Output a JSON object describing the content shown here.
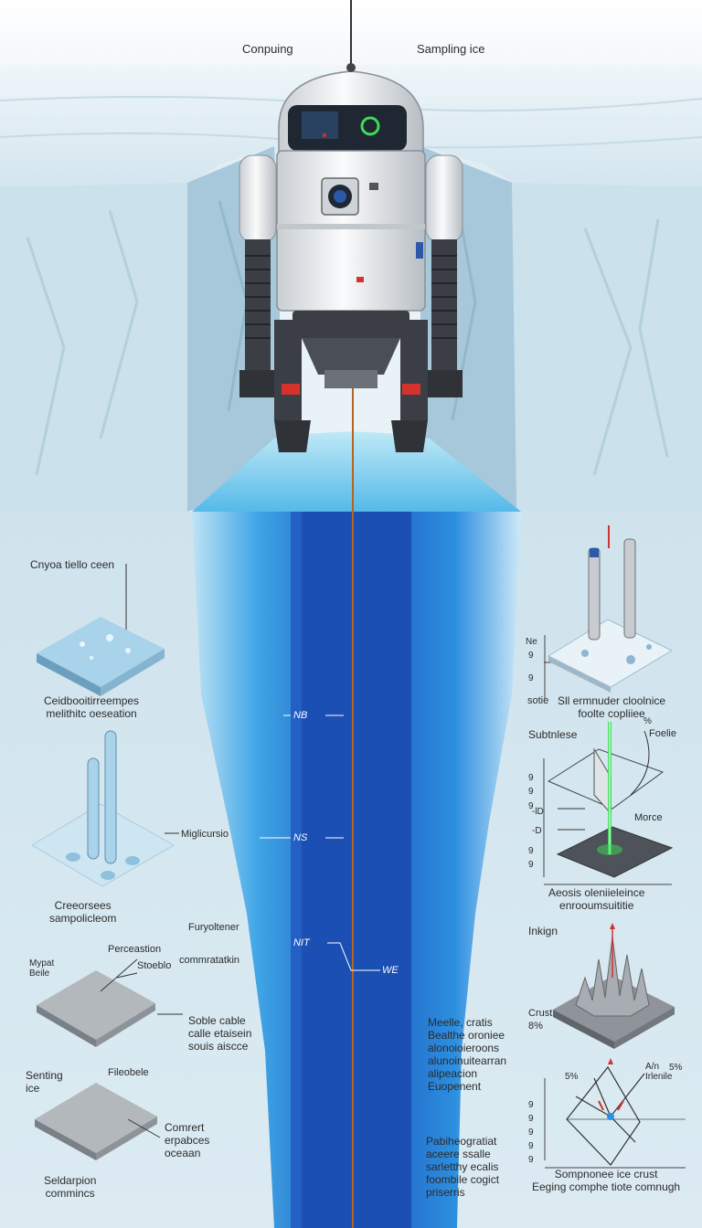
{
  "header": {
    "left_label": "Conpuing",
    "right_label": "Sampling ice"
  },
  "shaft_labels": [
    "NB",
    "NS",
    "NIT",
    "WE"
  ],
  "left_panel": {
    "title": "Cnyoa tiello ceen",
    "item1_caption": "Ceidbooitirreempes\nmelithitc oeseation",
    "item2_side_label": "Miglicursio",
    "item2_caption": "Creeorsees\nsampolicleom",
    "mid_label_a": "Furyoltener",
    "mid_label_b": "commratatkin",
    "item3_label_a": "Mypat\nBeile",
    "item3_label_b": "Perceastion",
    "item3_label_c": "Stoeblo",
    "item3_side_label": "Soble cable\ncalle etaisein\nsouis aiscce",
    "item4_label_a": "Senting\nice",
    "item4_label_b": "Fileobele",
    "item4_label_c": "Comrert\nerpabces\noceaan",
    "item4_caption": "Seldarpion\ncommincs"
  },
  "right_panel": {
    "axis1_ticks": [
      "Ne",
      "9",
      "9"
    ],
    "item1_side": "sotie",
    "item1_caption": "Sll ermnuder cloolnice\nfoolte copliiee",
    "item2_title": "Subtnlese",
    "item2_pct": "%",
    "item2_label_a": "Foelie",
    "item2_label_b": "Morce",
    "axis2_ticks": [
      "9",
      "9",
      "9",
      "-lD",
      "-D",
      "9",
      "9"
    ],
    "item2_caption": "Aeosis oleniieleince\nenrooumsuititie",
    "item3_title": "Inkign",
    "item3_side": "Crust\n8%",
    "item4_label_a": "5%",
    "item4_label_b": "A/n\nIrlenile",
    "item4_label_c": "5%",
    "axis4_ticks": [
      "9",
      "9",
      "9",
      "9",
      "9"
    ],
    "item4_caption": "Sompnonee ice crust\nEeging comphe tiote comnugh"
  },
  "center_text": {
    "block1": "Meelle, cratis\nBealthe oroniee\nalonoioieroons\nalunoinuitearran\nalipeacion\nEuopenent",
    "block2": "Pabiheogratiat\naceere ssalle\nsarletthy ecalis\nfoombile cogict\npriserris"
  },
  "colors": {
    "ice": "#d4e6ef",
    "ice_shadow": "#a9c9d9",
    "water_light": "#3fa5e6",
    "water_deep": "#1c55b8",
    "cable": "#b5651d",
    "robot_body": "#e9ecef",
    "robot_dark": "#3b3f45",
    "accent_red": "#d4322c",
    "accent_green": "#3ddc55"
  }
}
